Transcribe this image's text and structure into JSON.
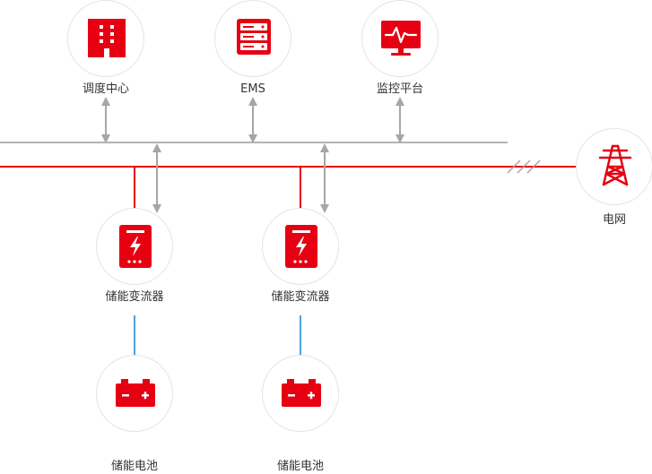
{
  "colors": {
    "accent": "#e60012",
    "bus_gray": "#b3b3b3",
    "arrow_gray": "#a6a6a6",
    "dc_link": "#4aa3d6",
    "circle_border": "#e4e4e4",
    "label_text": "#333333"
  },
  "nodes": {
    "dispatch_center": {
      "label": "调度中心",
      "icon": "building-icon"
    },
    "ems": {
      "label": "EMS",
      "icon": "server-rack-icon"
    },
    "monitoring_platform": {
      "label": "监控平台",
      "icon": "monitor-pulse-icon"
    },
    "power_grid": {
      "label": "电网",
      "icon": "transmission-tower-icon"
    },
    "pcs_1": {
      "label": "储能变流器",
      "icon": "inverter-icon"
    },
    "pcs_2": {
      "label": "储能变流器",
      "icon": "inverter-icon"
    },
    "battery_1": {
      "label": "储能电池",
      "icon": "battery-icon"
    },
    "battery_2": {
      "label": "储能电池",
      "icon": "battery-icon"
    }
  }
}
